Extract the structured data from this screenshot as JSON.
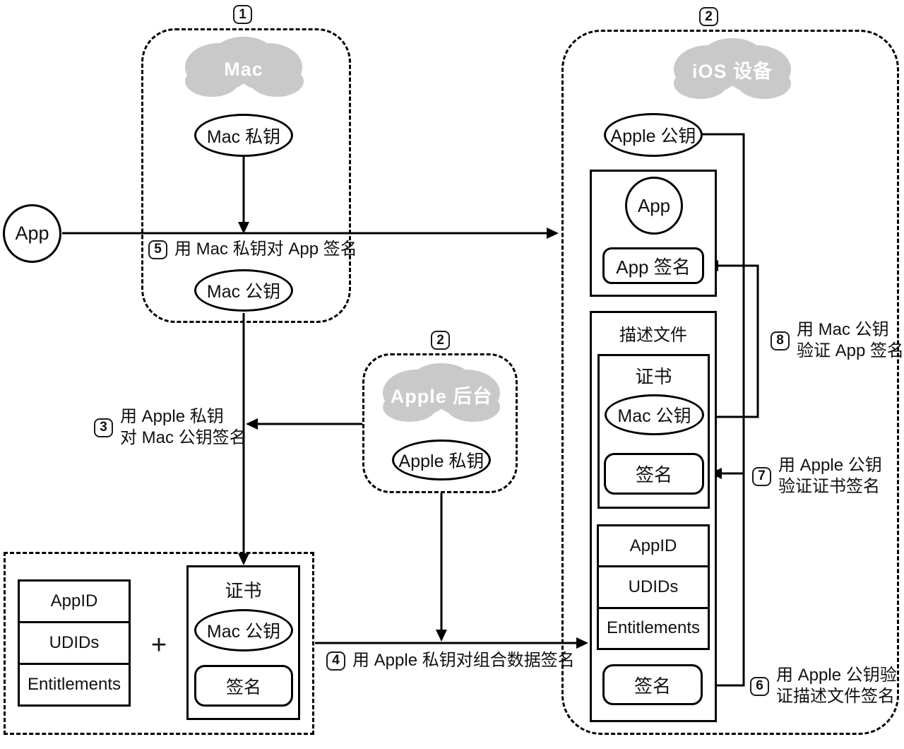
{
  "badges": {
    "mac_box": "1",
    "apple_box": "2",
    "ios_box": "2"
  },
  "clouds": {
    "mac": "Mac",
    "apple": "Apple 后台",
    "ios": "iOS 设备"
  },
  "nodes": {
    "app_source": "App",
    "mac_private_key": "Mac 私钥",
    "mac_public_key": "Mac 公钥",
    "apple_private_key": "Apple 私钥",
    "apple_public_key": "Apple 公钥",
    "plus": "+",
    "combo_items": [
      "AppID",
      "UDIDs",
      "Entitlements"
    ],
    "cert_left": {
      "title": "证书",
      "key": "Mac 公钥",
      "signature": "签名"
    },
    "ios_app": {
      "name": "App",
      "signature": "App 签名"
    },
    "profile": {
      "title": "描述文件",
      "cert": {
        "title": "证书",
        "key": "Mac 公钥",
        "signature": "签名"
      },
      "items": [
        "AppID",
        "UDIDs",
        "Entitlements"
      ],
      "signature": "签名"
    }
  },
  "steps": {
    "s3": {
      "num": "3",
      "line1": "用 Apple 私钥",
      "line2": "对 Mac 公钥签名"
    },
    "s4": {
      "num": "4",
      "line1": "用 Apple 私钥对组合数据签名"
    },
    "s5": {
      "num": "5",
      "line1": "用 Mac 私钥对 App 签名"
    },
    "s6": {
      "num": "6",
      "line1": "用 Apple 公钥验",
      "line2": "证描述文件签名"
    },
    "s7": {
      "num": "7",
      "line1": "用 Apple 公钥",
      "line2": "验证证书签名"
    },
    "s8": {
      "num": "8",
      "line1": "用 Mac 公钥",
      "line2": "验证 App 签名"
    }
  },
  "colors": {
    "line": "#000000",
    "cloud": "#c9c9c9",
    "cloud_text": "#ffffff",
    "background": "#ffffff"
  }
}
